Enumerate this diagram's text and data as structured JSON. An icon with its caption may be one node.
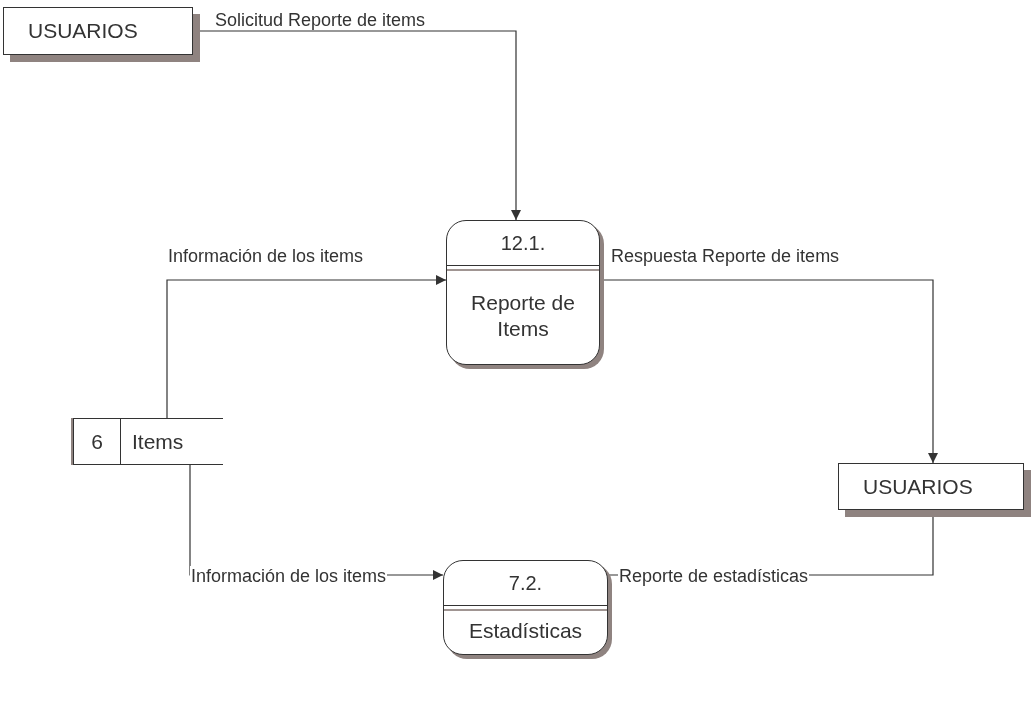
{
  "diagram": {
    "nodes": [
      {
        "text": [
          "USUARIOS"
        ]
      },
      {
        "text": [
          "12.1.",
          "Reporte de Items"
        ]
      },
      {
        "text": [
          "6",
          "Items"
        ]
      },
      {
        "text": [
          "USUARIOS"
        ]
      },
      {
        "text": [
          "7.2.",
          "Estadísticas"
        ]
      }
    ],
    "edges": [
      {
        "from": 0,
        "to": 1,
        "arrow": "to",
        "label": "Solicitud Reporte de items"
      },
      {
        "from": 2,
        "to": 1,
        "arrow": "to",
        "label": "Información de los items"
      },
      {
        "from": 1,
        "to": 3,
        "arrow": "to",
        "label": "Respuesta Reporte de items"
      },
      {
        "from": 2,
        "to": 4,
        "arrow": "to",
        "label": "Información de los items"
      },
      {
        "from": 4,
        "to": 3,
        "arrow": "none",
        "label": "Reporte de estadísticas"
      }
    ]
  }
}
